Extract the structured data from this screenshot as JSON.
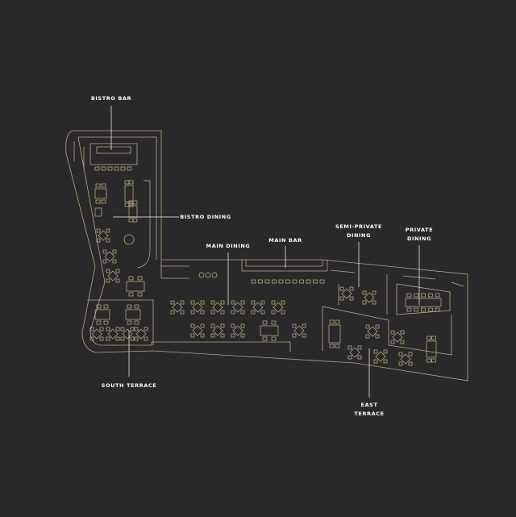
{
  "colors": {
    "background": "#2a2929",
    "outline": "#b8a57c",
    "furniture": "#c7b589",
    "leader": "#ffffff",
    "label": "#ffffff"
  },
  "labels": {
    "bistro_bar": "BISTRO BAR",
    "bistro_dining": "BISTRO DINING",
    "main_dining": "MAIN DINING",
    "main_bar": "MAIN BAR",
    "semi_private_1": "SEMI-PRIVATE",
    "semi_private_2": "DINING",
    "private_1": "PRIVATE",
    "private_2": "DINING",
    "south_terrace": "SOUTH TERRACE",
    "east_1": "EAST",
    "east_2": "TERRACE"
  }
}
